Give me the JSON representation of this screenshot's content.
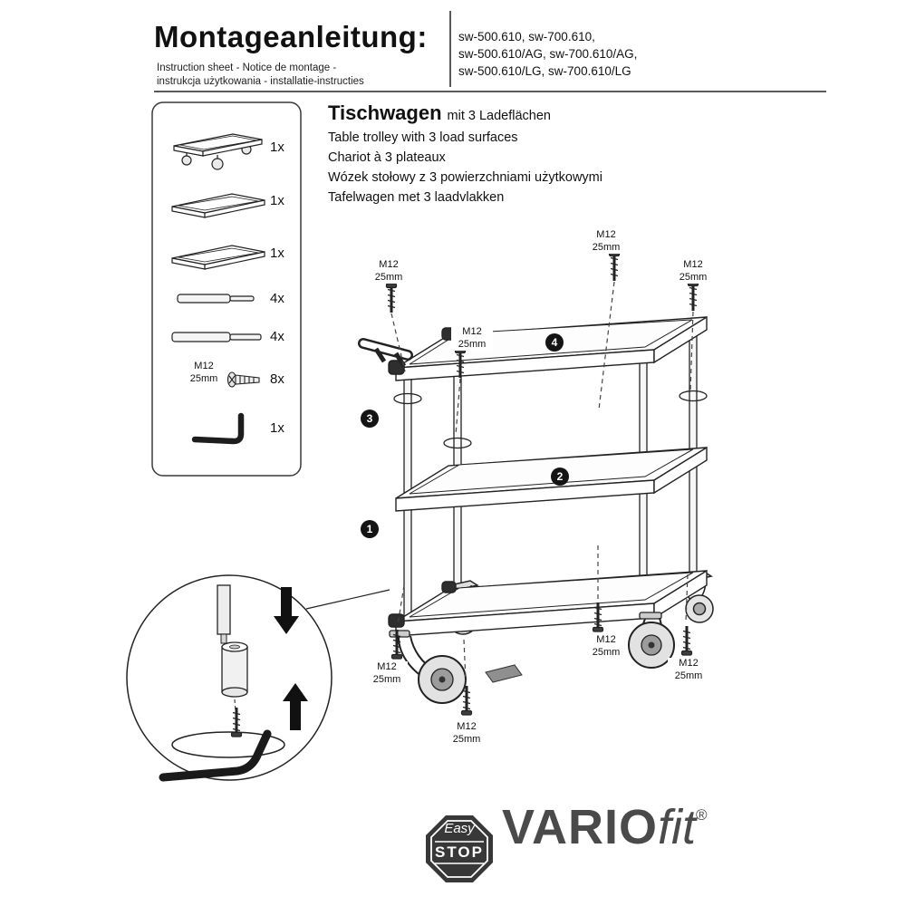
{
  "header": {
    "title": "Montageanleitung:",
    "subtitle_line1": "Instruction sheet - Notice de montage -",
    "subtitle_line2": "instrukcja użytkowania - installatie-instructies",
    "product_codes": {
      "line1": "sw-500.610, sw-700.610,",
      "line2": "sw-500.610/AG, sw-700.610/AG,",
      "line3": "sw-500.610/LG, sw-700.610/LG"
    }
  },
  "product": {
    "title_de_main": "Tischwagen",
    "title_de_suffix": "mit 3 Ladeflächen",
    "title_en": "Table trolley with 3 load surfaces",
    "title_fr": "Chariot à 3 plateaux",
    "title_pl": "Wózek stołowy z 3 powierzchniami użytkowymi",
    "title_nl": "Tafelwagen met 3 laadvlakken"
  },
  "parts": {
    "items": [
      {
        "name": "base-frame-with-castors",
        "qty": "1x"
      },
      {
        "name": "load-surface-tray",
        "qty": "1x"
      },
      {
        "name": "load-surface-tray",
        "qty": "1x"
      },
      {
        "name": "tube-short",
        "qty": "4x"
      },
      {
        "name": "tube-long",
        "qty": "4x"
      },
      {
        "name": "countersunk-screw",
        "size": "M12",
        "length": "25mm",
        "qty": "8x"
      },
      {
        "name": "allen-key",
        "qty": "1x"
      }
    ]
  },
  "diagram": {
    "screw_label": {
      "l1": "M12",
      "l2": "25mm"
    },
    "steps": {
      "s1": "1",
      "s2": "2",
      "s3": "3",
      "s4": "4"
    }
  },
  "branding": {
    "easy": "Easy",
    "stop": "STOP",
    "vario": "VARIO",
    "fit": "fit",
    "reg": "®"
  }
}
